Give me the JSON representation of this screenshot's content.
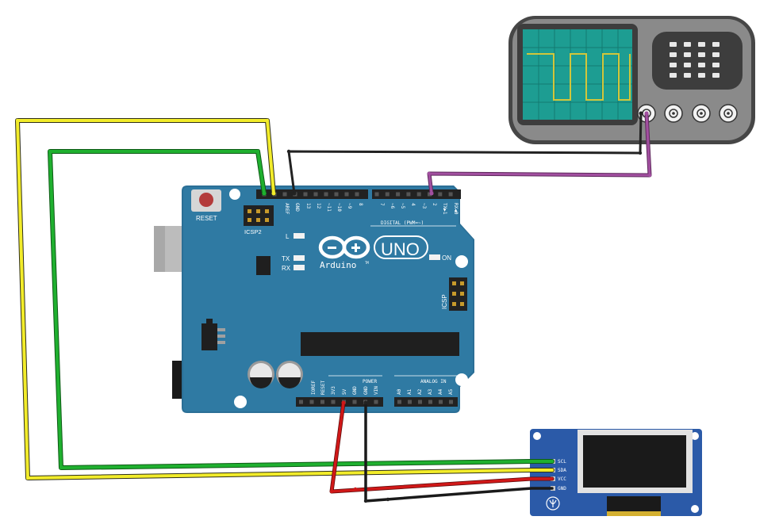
{
  "arduino": {
    "reset_label": "RESET",
    "icsp2_label": "ICSP2",
    "icsp_label": "ICSP",
    "led_l": "L",
    "led_tx": "TX",
    "led_rx": "RX",
    "led_on": "ON",
    "brand": "Arduino",
    "tm": "TM",
    "model": "UNO",
    "digital_label": "DIGITAL (PWM=~)",
    "power_label": "POWER",
    "analog_label": "ANALOG IN",
    "top_pins": [
      "AREF",
      "GND",
      "13",
      "12",
      "~11",
      "~10",
      "~9",
      "8",
      "7",
      "~6",
      "~5",
      "4",
      "~3",
      "2",
      "TX▶1",
      "RX◀0"
    ],
    "power_pins": [
      "IOREF",
      "RESET",
      "3V3",
      "5V",
      "GND",
      "GND",
      "VIN"
    ],
    "analog_pins": [
      "A0",
      "A1",
      "A2",
      "A3",
      "A4",
      "A5"
    ]
  },
  "oled": {
    "pins": [
      "SCL",
      "SDA",
      "VCC",
      "GND"
    ]
  },
  "colors": {
    "board": "#2b6f96",
    "yellow_wire": "#f2ec2a",
    "green_wire": "#1fb02f",
    "black_wire": "#222222",
    "red_wire": "#d01818",
    "purple_wire": "#a24fa0",
    "scope_screen": "#1d9d92",
    "scope_trace": "#d2c63a"
  },
  "icons": {
    "scope": "oscilloscope-icon",
    "usb": "usb-connector-icon",
    "dc_jack": "dc-jack-icon",
    "grove": "grove-logo-icon",
    "infinity": "arduino-infinity-logo-icon"
  }
}
